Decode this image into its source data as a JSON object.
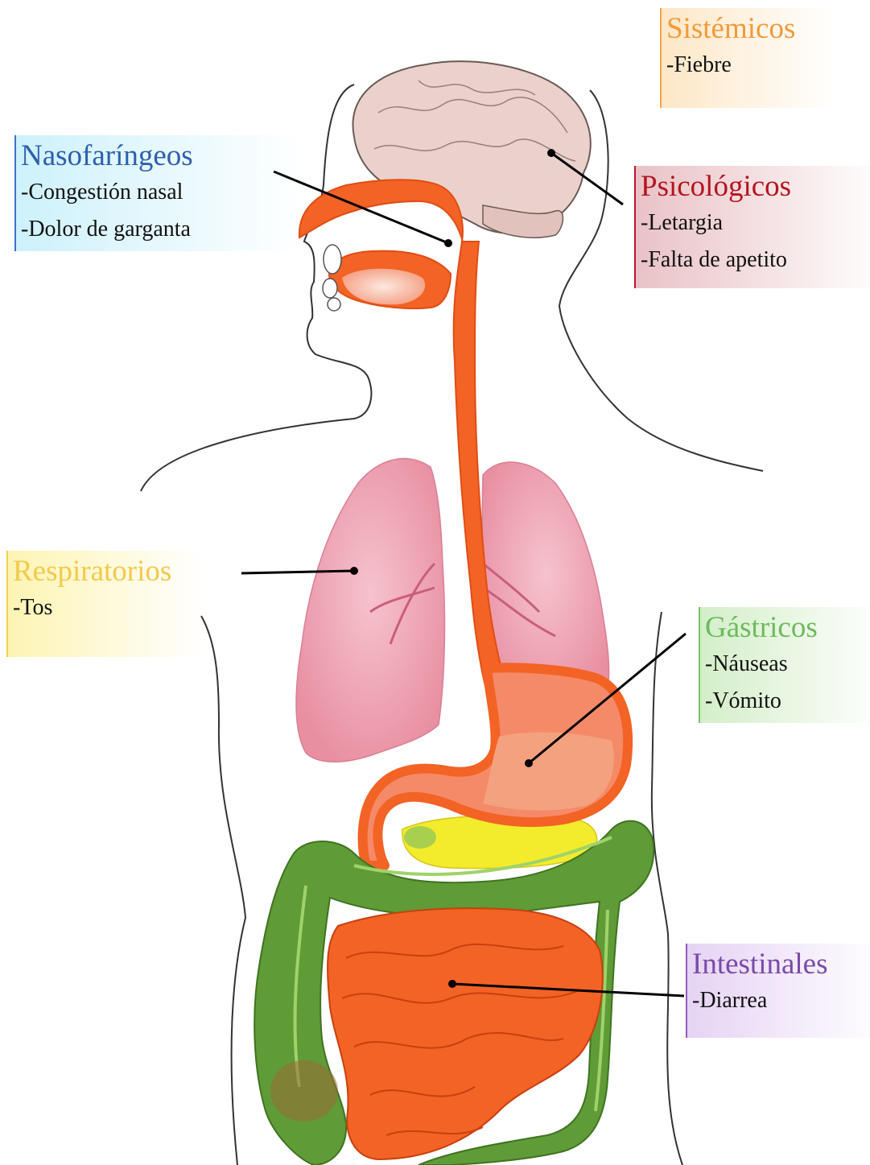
{
  "labels": {
    "sistemicos": {
      "title": "Sistémicos",
      "items": [
        "-Fiebre"
      ]
    },
    "nasofaringeos": {
      "title": "Nasofaríngeos",
      "items": [
        "-Congestión nasal",
        "-Dolor de garganta"
      ]
    },
    "psicologicos": {
      "title": "Psicológicos",
      "items": [
        "-Letargia",
        "-Falta de apetito"
      ]
    },
    "respiratorios": {
      "title": "Respiratorios",
      "items": [
        "-Tos"
      ]
    },
    "gastricos": {
      "title": "Gástricos",
      "items": [
        "-Náuseas",
        "-Vómito"
      ]
    },
    "intestinales": {
      "title": "Intestinales",
      "items": [
        "-Diarrea"
      ]
    }
  },
  "colors": {
    "sistemicos": "#f29a3a",
    "nasofaringeos": "#2f5fae",
    "psicologicos": "#b4151f",
    "respiratorios": "#f2c94a",
    "gastricos": "#6cbb5a",
    "intestinales": "#7b4aa9",
    "digestive_tract": "#f26325",
    "lung": "#e9a0ae",
    "brain": "#ead1cc",
    "colon": "#5f9b37",
    "pancreas": "#f3ec2c",
    "leader_line": "#000000",
    "body_outline": "#333333"
  },
  "icons": {
    "brain": "brain-icon",
    "lungs": "lungs-icon",
    "stomach": "stomach-icon",
    "esophagus": "esophagus-icon",
    "small_intestine": "small-intestine-icon",
    "large_intestine": "large-intestine-icon",
    "body": "body-outline-icon"
  }
}
